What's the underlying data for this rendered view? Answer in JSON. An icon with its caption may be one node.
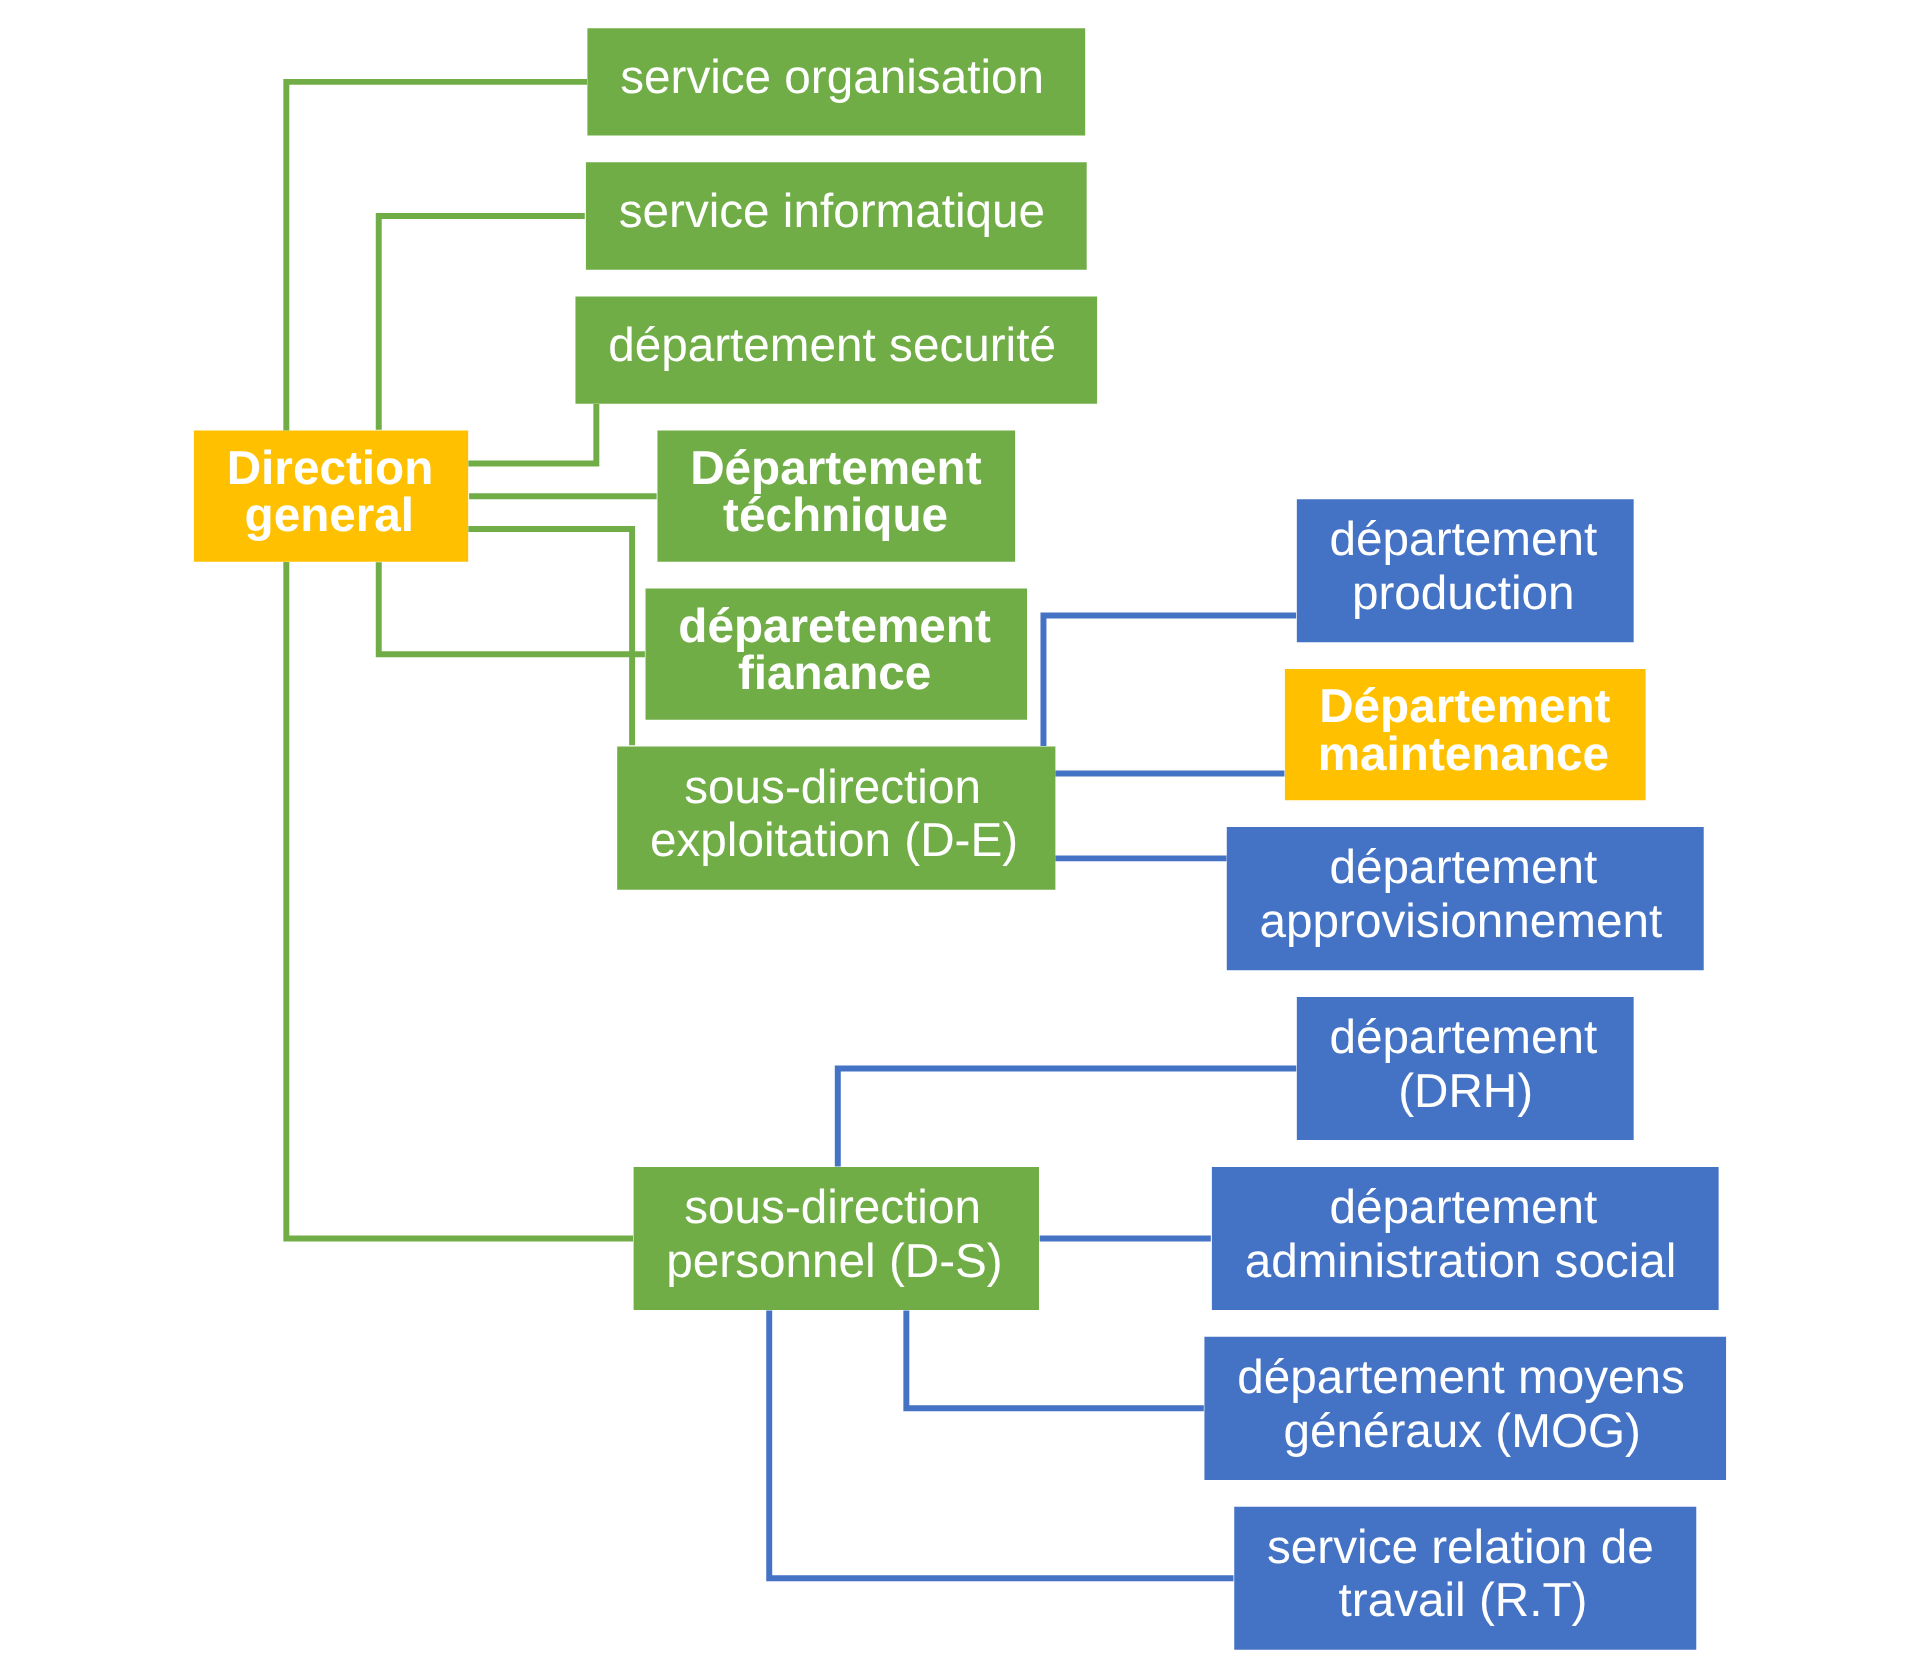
{
  "diagram": {
    "nodes": [
      {
        "text": [
          "Direction general"
        ]
      },
      {
        "text": [
          "service organisation"
        ]
      },
      {
        "text": [
          "service informatique"
        ]
      },
      {
        "text": [
          "département securité"
        ]
      },
      {
        "text": [
          "Département téchnique"
        ]
      },
      {
        "text": [
          "déparetement fianance"
        ]
      },
      {
        "text": [
          "sous-direction exploitation (D-E)"
        ]
      },
      {
        "text": [
          "sous-direction personnel (D-S)"
        ]
      },
      {
        "text": [
          "département production"
        ]
      },
      {
        "text": [
          "Département maintenance"
        ]
      },
      {
        "text": [
          "département approvisionnement"
        ]
      },
      {
        "text": [
          "département (DRH)"
        ]
      },
      {
        "text": [
          "département administration social"
        ]
      },
      {
        "text": [
          "département moyens généraux (MOG)"
        ]
      },
      {
        "text": [
          "service relation de travail (R.T)"
        ]
      }
    ],
    "edges": [
      {
        "from": 0,
        "to": 1,
        "arrow": "none"
      },
      {
        "from": 0,
        "to": 2,
        "arrow": "none"
      },
      {
        "from": 0,
        "to": 3,
        "arrow": "none"
      },
      {
        "from": 0,
        "to": 4,
        "arrow": "none"
      },
      {
        "from": 0,
        "to": 5,
        "arrow": "none"
      },
      {
        "from": 0,
        "to": 6,
        "arrow": "none"
      },
      {
        "from": 0,
        "to": 7,
        "arrow": "none"
      },
      {
        "from": 6,
        "to": 8,
        "arrow": "none",
        "color": "#4472c4"
      },
      {
        "from": 6,
        "to": 9,
        "arrow": "none",
        "color": "#4472c4"
      },
      {
        "from": 6,
        "to": 10,
        "arrow": "none",
        "color": "#4472c4"
      },
      {
        "from": 7,
        "to": 11,
        "arrow": "none",
        "color": "#4472c4"
      },
      {
        "from": 7,
        "to": 12,
        "arrow": "none",
        "color": "#4472c4"
      },
      {
        "from": 7,
        "to": 13,
        "arrow": "none",
        "color": "#4472c4"
      },
      {
        "from": 7,
        "to": 14,
        "arrow": "none",
        "color": "#4472c4"
      }
    ]
  }
}
